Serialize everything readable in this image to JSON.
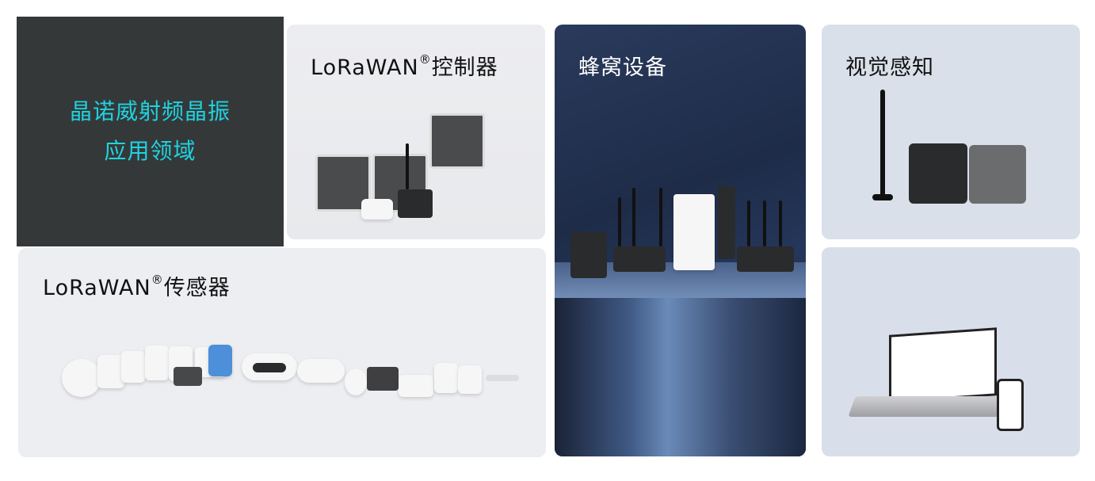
{
  "intro": {
    "line1": "晶诺威射频晶振",
    "line2": "应用领域",
    "text_color": "#1fd3e0",
    "bg_color": "#353839"
  },
  "cards": {
    "controller": {
      "title": "LoRaWAN",
      "reg": "®",
      "suffix": "控制器"
    },
    "cellular": {
      "title": "蜂窝设备"
    },
    "vision": {
      "title": "视觉感知"
    },
    "platform": {
      "title": ""
    },
    "sensor": {
      "title": "LoRaWAN",
      "reg": "®",
      "suffix": "传感器"
    }
  }
}
